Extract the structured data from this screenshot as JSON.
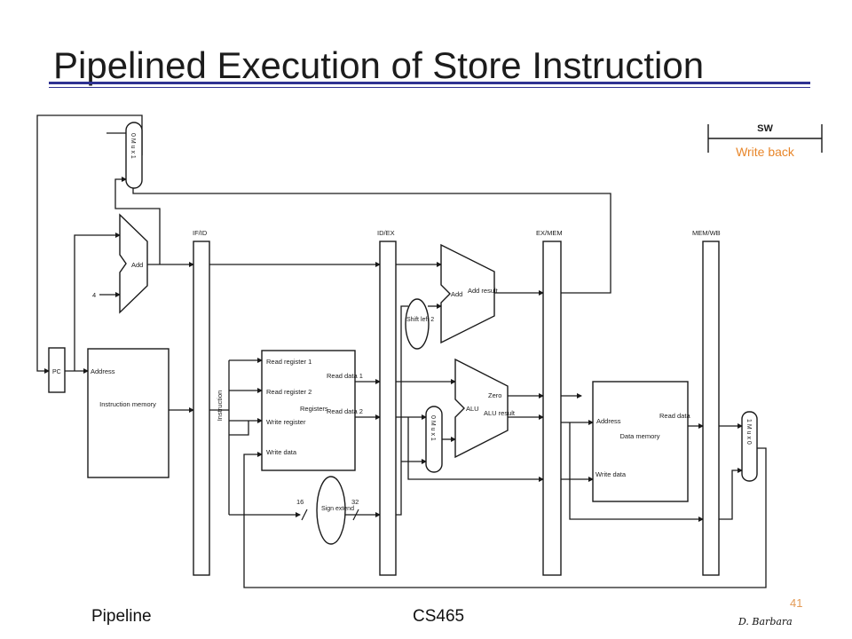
{
  "slide": {
    "title": "Pipelined Execution of Store Instruction",
    "footer_left": "Pipeline",
    "footer_center": "CS465",
    "footer_author": "D. Barbara",
    "page_number": "41"
  },
  "legend": {
    "instr": "SW",
    "stage": "Write back"
  },
  "colors": {
    "title_rule": "#2e3192",
    "stage_highlight": "#e8862a"
  },
  "labels": {
    "if_id": "IF/ID",
    "id_ex": "ID/EX",
    "ex_mem": "EX/MEM",
    "mem_wb": "MEM/WB",
    "pc": "PC",
    "add": "Add",
    "four": "4",
    "address": "Address",
    "instruction_memory": "Instruction memory",
    "instruction": "Instruction",
    "read_register_1": "Read register 1",
    "read_register_2": "Read register 2",
    "write_register": "Write register",
    "write_data": "Write data",
    "read_data_1": "Read data 1",
    "read_data_2": "Read data 2",
    "registers": "Registers",
    "shift_left_2": "Shift left 2",
    "add_result": "Add result",
    "alu": "ALU",
    "zero": "Zero",
    "alu_result": "ALU result",
    "data_memory": "Data memory",
    "dm_address": "Address",
    "dm_write_data": "Write data",
    "read_data": "Read data",
    "sign_extend": "Sign extend",
    "bits_16": "16",
    "bits_32": "32",
    "mux_top": "0 M u x 1",
    "mux_alu": "0 M u x 1",
    "mux_wb": "1 M u x 0"
  }
}
